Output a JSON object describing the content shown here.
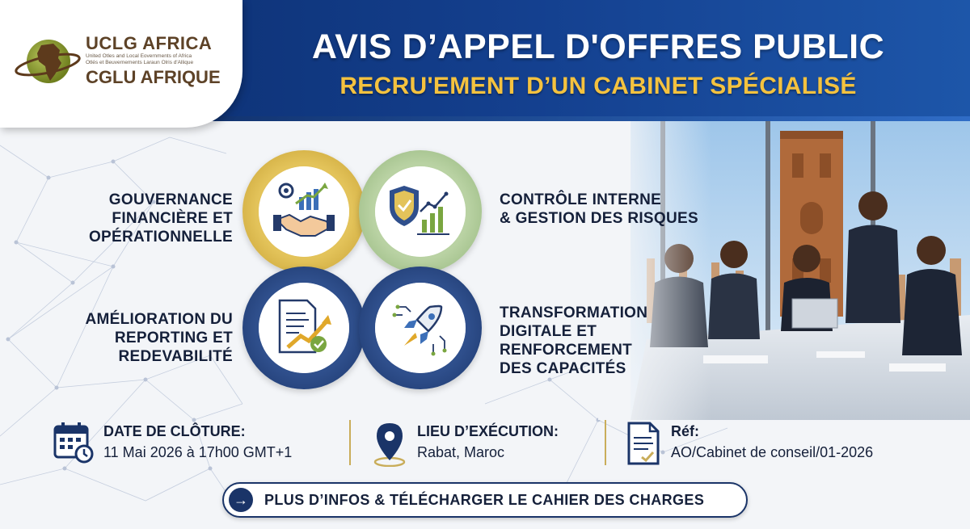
{
  "brand": {
    "name": "UCLG AFRICA",
    "subtitle_line1": "United Otles and Local Eovernments of Africa",
    "subtitle_line2": "Otlés et Beuvernements Laraun Olris d'Allique",
    "name_fr": "CGLU AFRIQUE"
  },
  "header": {
    "title": "AVIS D’APPEL D'OFFRES PUBLIC",
    "subtitle": "RECRU'EMENT D’UN CABINET SPÉCIALISÉ"
  },
  "pillars": [
    {
      "lines": [
        "GOUVERNANCE",
        "FINANCIÈRE ET",
        "OPÉRATIONNELLE"
      ],
      "icon": "handshake-growth-icon"
    },
    {
      "lines": [
        "CONTRÔLE INTERNE",
        "& GESTION DES RISQUES"
      ],
      "icon": "shield-chart-icon"
    },
    {
      "lines": [
        "AMÉLIORATION DU",
        "REPORTING ET",
        "REDEVABILITÉ"
      ],
      "icon": "report-document-icon"
    },
    {
      "lines": [
        "TRANSFORMATION",
        "DIGITALE ET",
        "RENFORCEMENT",
        "DES CAPACITÉS"
      ],
      "icon": "rocket-circuit-icon"
    }
  ],
  "info": {
    "deadline": {
      "title": "DATE DE CLÔTURE:",
      "value": "11 Mai 2026 à 17h00 GMT+1",
      "icon": "calendar-clock-icon"
    },
    "location": {
      "title": "LIEU D’EXÉCUTION:",
      "value": "Rabat, Maroc",
      "icon": "map-pin-icon"
    },
    "reference": {
      "title": "Réf:",
      "value": "AO/Cabinet de conseil/01-2026",
      "icon": "document-icon"
    }
  },
  "cta": {
    "label": "PLUS D’INFOS & TÉLÉCHARGER LE CAHIER DES CHARGES",
    "arrow": "→"
  },
  "colors": {
    "navy": "#14408f",
    "gold": "#f4c23f",
    "ring_gold": "#e3c35a",
    "ring_green": "#b9d2a3",
    "ring_navy": "#2f4f8c"
  }
}
